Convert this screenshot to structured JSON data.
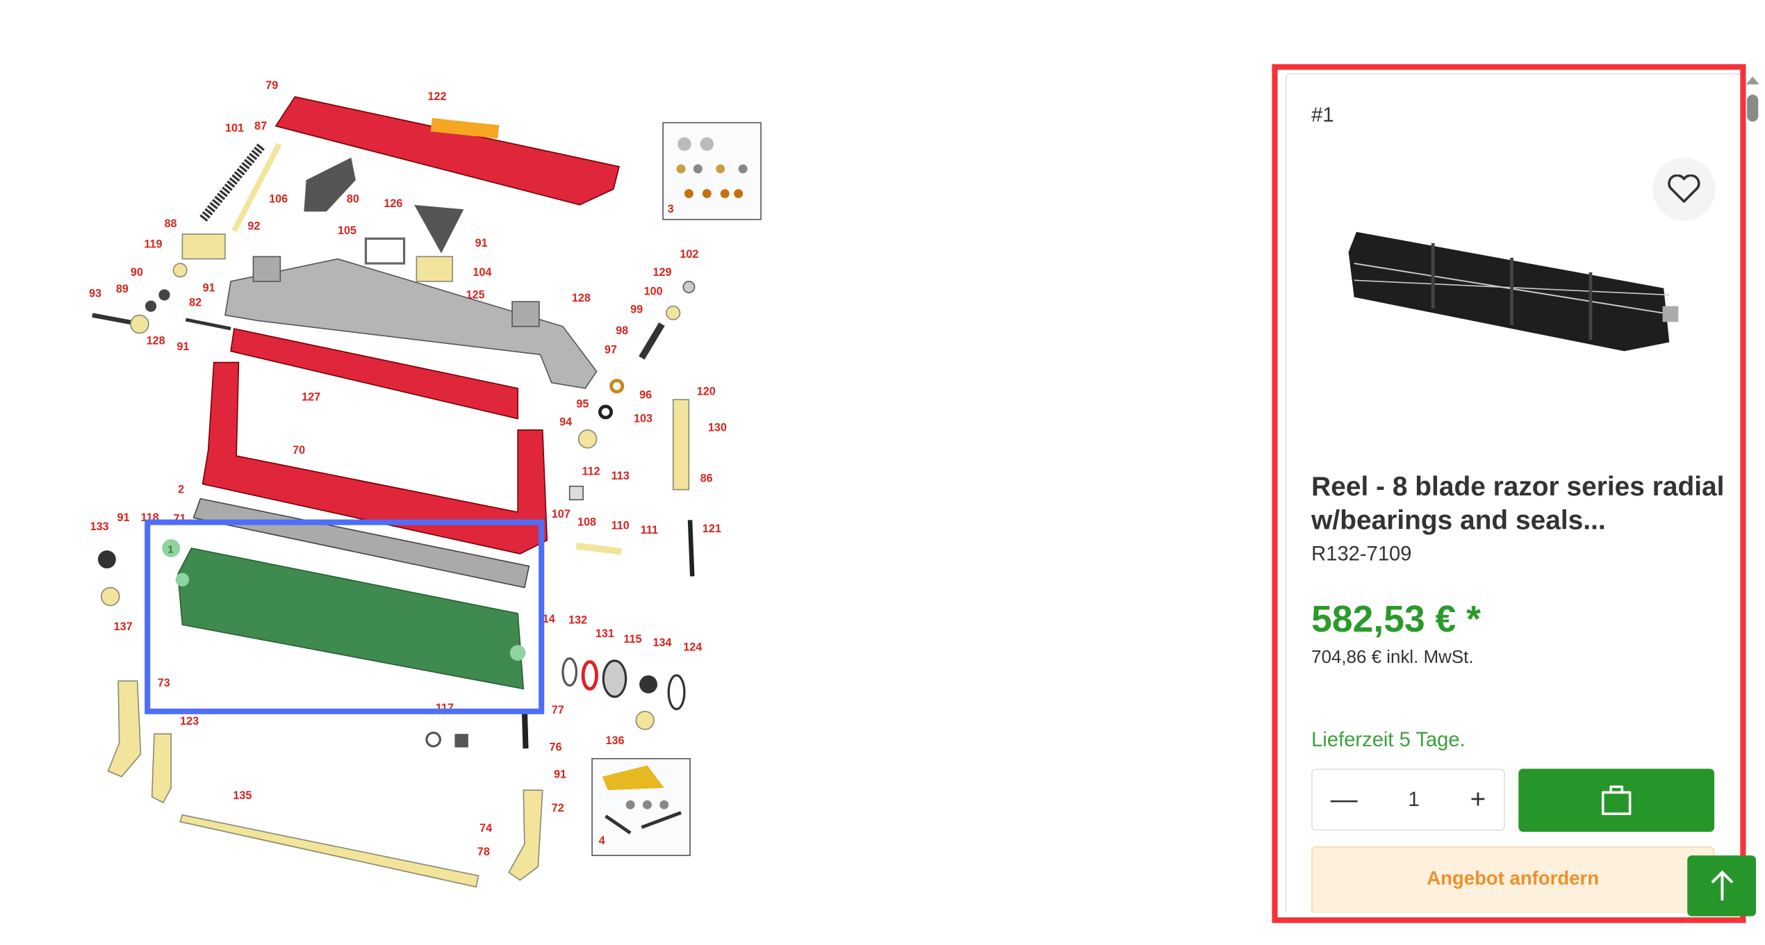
{
  "diagram": {
    "labels": [
      "79",
      "122",
      "101",
      "87",
      "106",
      "80",
      "126",
      "105",
      "91",
      "104",
      "88",
      "92",
      "119",
      "90",
      "89",
      "93",
      "91",
      "82",
      "128",
      "91",
      "125",
      "128",
      "102",
      "129",
      "100",
      "99",
      "98",
      "97",
      "96",
      "95",
      "94",
      "103",
      "120",
      "130",
      "86",
      "127",
      "70",
      "2",
      "112",
      "113",
      "107",
      "108",
      "110",
      "111",
      "121",
      "133",
      "91",
      "118",
      "71",
      "137",
      "14",
      "132",
      "131",
      "115",
      "134",
      "124",
      "73",
      "123",
      "117",
      "77",
      "76",
      "91",
      "136",
      "72",
      "135",
      "74",
      "78",
      "3",
      "4"
    ],
    "hotspot_label": "1",
    "colors": {
      "frame_red": "#e0263a",
      "frame_grey": "#b5b5b5",
      "reel_green": "#3f8a4f",
      "brass": "#f2e49a",
      "highlight": "#4f6ef7",
      "annotation": "#f53237"
    }
  },
  "product": {
    "position": "#1",
    "title": "Reel - 8 blade razor series radial w/bearings and seals...",
    "sku": "R132-7109",
    "price": "582,53 € *",
    "gross_price": "704,86 € inkl. MwSt.",
    "delivery": "Lieferzeit 5 Tage.",
    "quantity": "1",
    "offer_label": "Angebot anfordern",
    "icons": {
      "wishlist": "heart-icon",
      "cart": "shopping-bag-icon",
      "minus": "minus-icon",
      "plus": "plus-icon",
      "scroll_top": "arrow-up-icon"
    },
    "accent": "#27962a"
  }
}
